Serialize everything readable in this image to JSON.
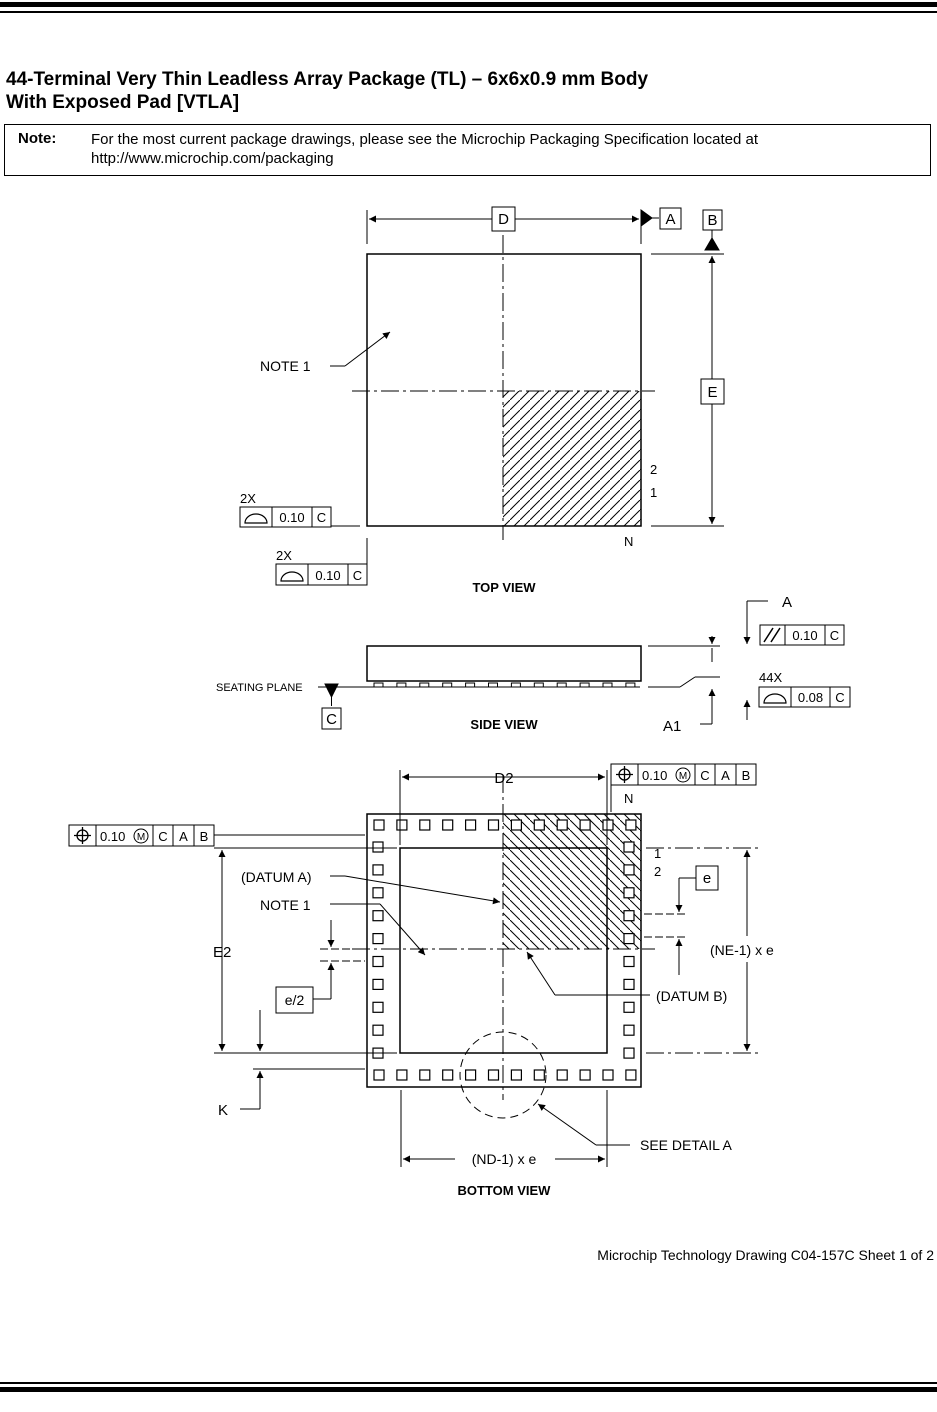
{
  "title": {
    "line1": "44-Terminal Very Thin Leadless Array Package (TL) – 6x6x0.9 mm Body",
    "line2": "With Exposed Pad [VTLA]"
  },
  "note": {
    "label": "Note:",
    "line1": "For the most current package drawings, please see the Microchip Packaging Specification located at",
    "line2": "http://www.microchip.com/packaging"
  },
  "top_view": {
    "caption": "TOP VIEW",
    "dim_d": "D",
    "dim_e": "E",
    "datum_a": "A",
    "datum_b": "B",
    "note1": "NOTE 1",
    "pin2": "2",
    "pin1": "1",
    "pinN": "N",
    "fcf_count": "2X",
    "fcf_value": "0.10",
    "fcf_datum": "C"
  },
  "side_view": {
    "caption": "SIDE VIEW",
    "seating_plane": "SEATING PLANE",
    "datum_c": "C",
    "dim_a": "A",
    "dim_a1": "A1",
    "parallel_value": "0.10",
    "parallel_datum": "C",
    "flat_count": "44X",
    "flat_value": "0.08",
    "flat_datum": "C"
  },
  "bottom_view": {
    "caption": "BOTTOM VIEW",
    "dim_d2": "D2",
    "dim_e2": "E2",
    "dim_k": "K",
    "dim_e": "e",
    "dim_half_e": "e/2",
    "datum_a_label": "(DATUM A)",
    "datum_b_label": "(DATUM B)",
    "note1": "NOTE 1",
    "ne_dim": "(NE-1) x e",
    "nd_dim": "(ND-1) x e",
    "see_detail": "SEE DETAIL A",
    "pinN": "N",
    "pin1": "1",
    "pin2": "2",
    "pos_value": "0.10",
    "pos_modifier": "M",
    "pos_datum1": "C",
    "pos_datum2": "A",
    "pos_datum3": "B"
  },
  "footer": "Microchip Technology Drawing  C04-157C Sheet 1 of 2"
}
